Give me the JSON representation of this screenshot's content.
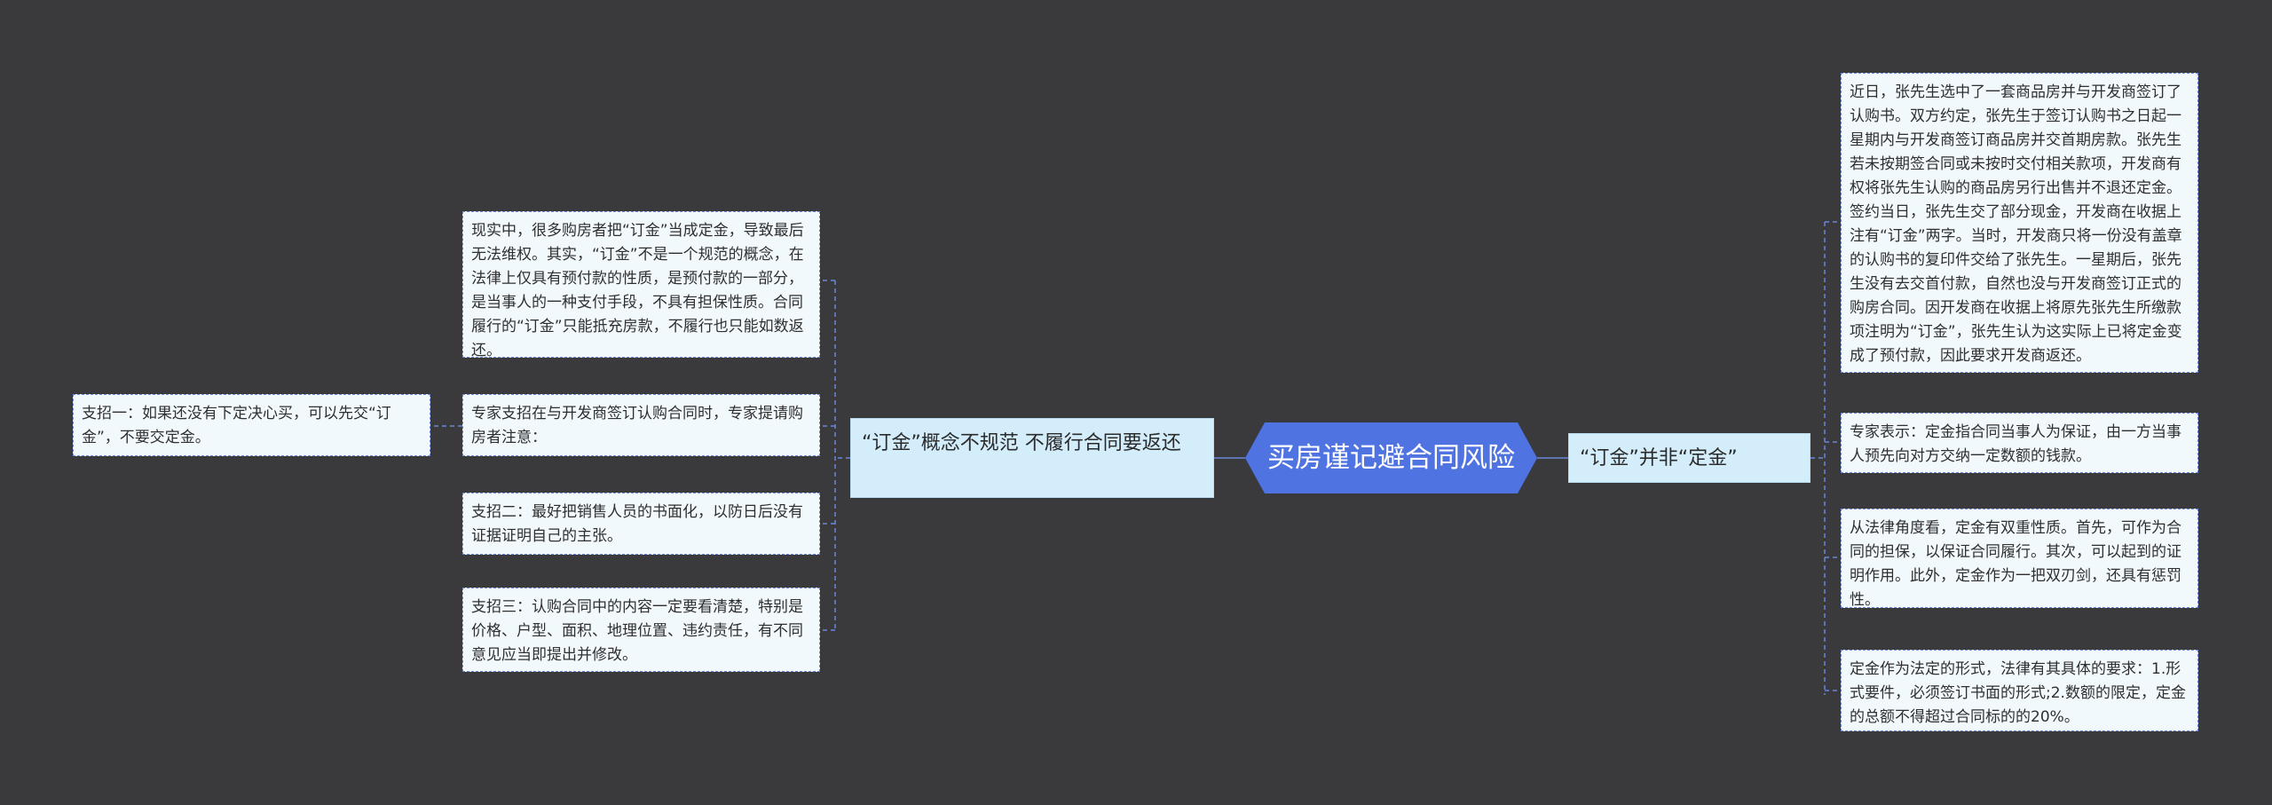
{
  "root": {
    "label": "买房谨记避合同风险"
  },
  "left_branch": {
    "label": "“订金”概念不规范 不履行合同要返还",
    "children": [
      {
        "text": "现实中，很多购房者把“订金”当成定金，导致最后无法维权。其实，“订金”不是一个规范的概念，在法律上仅具有预付款的性质，是预付款的一部分，是当事人的一种支付手段，不具有担保性质。合同履行的“订金”只能抵充房款，不履行也只能如数返还。"
      },
      {
        "text": "专家支招在与开发商签订认购合同时，专家提请购房者注意：",
        "child": {
          "text": "支招一：如果还没有下定决心买，可以先交“订金”，不要交定金。"
        }
      },
      {
        "text": "支招二：最好把销售人员的书面化，以防日后没有证据证明自己的主张。"
      },
      {
        "text": "支招三：认购合同中的内容一定要看清楚，特别是价格、户型、面积、地理位置、违约责任，有不同意见应当即提出并修改。"
      }
    ]
  },
  "right_branch": {
    "label": "“订金”并非“定金”",
    "children": [
      {
        "text": "近日，张先生选中了一套商品房并与开发商签订了认购书。双方约定，张先生于签订认购书之日起一星期内与开发商签订商品房并交首期房款。张先生若未按期签合同或未按时交付相关款项，开发商有权将张先生认购的商品房另行出售并不退还定金。签约当日，张先生交了部分现金，开发商在收据上注有“订金”两字。当时，开发商只将一份没有盖章的认购书的复印件交给了张先生。一星期后，张先生没有去交首付款，自然也没与开发商签订正式的购房合同。因开发商在收据上将原先张先生所缴款项注明为“订金”，张先生认为这实际上已将定金变成了预付款，因此要求开发商返还。"
      },
      {
        "text": "专家表示：定金指合同当事人为保证，由一方当事人预先向对方交纳一定数额的钱款。"
      },
      {
        "text": "从法律角度看，定金有双重性质。首先，可作为合同的担保，以保证合同履行。其次，可以起到的证明作用。此外，定金作为一把双刃剑，还具有惩罚性。"
      },
      {
        "text": "定金作为法定的形式，法律有其具体的要求：1.形式要件，必须签订书面的形式;2.数额的限定，定金的总额不得超过合同标的的20%。"
      }
    ]
  },
  "colors": {
    "background": "#3a3a3c",
    "root_fill": "#4f73e0",
    "branch_fill": "#d4edfb",
    "leaf_fill": "#f2f9fd",
    "connector": "#6b86d8"
  }
}
